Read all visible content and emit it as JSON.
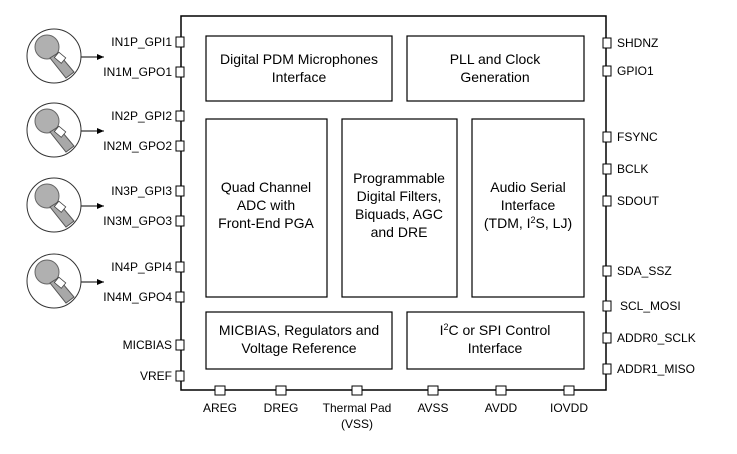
{
  "chip": {
    "blocks": {
      "pdm": [
        "Digital PDM Microphones",
        "Interface"
      ],
      "pll": [
        "PLL and Clock",
        "Generation"
      ],
      "adc": [
        "Quad Channel",
        "ADC with",
        "Front-End PGA"
      ],
      "filters": [
        "Programmable",
        "Digital Filters,",
        "Biquads, AGC",
        "and DRE"
      ],
      "asi": {
        "line1": "Audio Serial",
        "line2": "Interface",
        "line3_a": "(TDM, I",
        "line3_sup": "2",
        "line3_b": "S, LJ)"
      },
      "micbias": [
        "MICBIAS, Regulators and",
        "Voltage Reference"
      ],
      "control": {
        "line1_a": "I",
        "line1_sup": "2",
        "line1_b": "C or SPI Control",
        "line2": "Interface"
      }
    },
    "left_pins": [
      "IN1P_GPI1",
      "IN1M_GPO1",
      "IN2P_GPI2",
      "IN2M_GPO2",
      "IN3P_GPI3",
      "IN3M_GPO3",
      "IN4P_GPI4",
      "IN4M_GPO4",
      "MICBIAS",
      "VREF"
    ],
    "right_pins": [
      "SHDNZ",
      "GPIO1",
      "FSYNC",
      "BCLK",
      "SDOUT",
      "SDA_SSZ",
      "SCL_MOSI",
      "ADDR0_SCLK",
      "ADDR1_MISO"
    ],
    "bottom_pins": [
      "AREG",
      "DREG",
      "Thermal Pad",
      "(VSS)",
      "AVSS",
      "AVDD",
      "IOVDD"
    ],
    "microphones": [
      {
        "icon": "microphone-icon"
      },
      {
        "icon": "microphone-icon"
      },
      {
        "icon": "microphone-icon"
      },
      {
        "icon": "microphone-icon"
      }
    ]
  }
}
